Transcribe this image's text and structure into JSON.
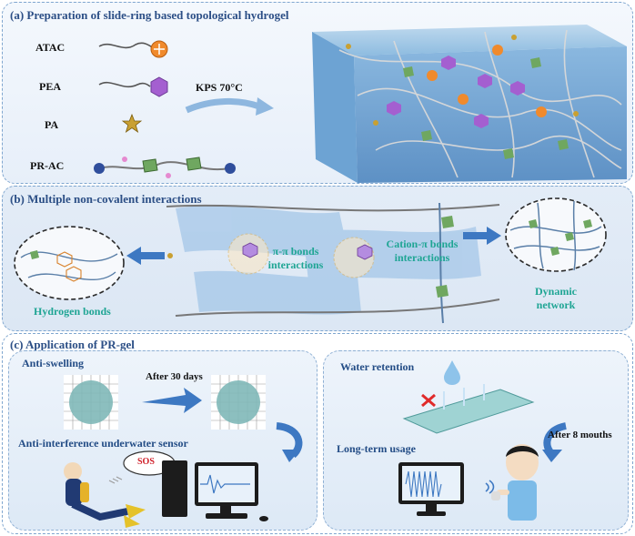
{
  "panel_a": {
    "title": "(a) Preparation of slide-ring based topological hydrogel",
    "labels": [
      "ATAC",
      "PEA",
      "PA",
      "PR-AC"
    ],
    "condition": "KPS 70°C"
  },
  "panel_b": {
    "title": "(b) Multiple non-covalent interactions",
    "pi_pi_line1": "π-π bonds",
    "pi_pi_line2": "interactions",
    "cation_pi_line1": "Cation-π bonds",
    "cation_pi_line2": "interactions",
    "hydrogen_bonds": "Hydrogen bonds",
    "dynamic_line1": "Dynamic",
    "dynamic_line2": "network"
  },
  "panel_c": {
    "title": "(c) Application of PR-gel",
    "anti_swelling": "Anti-swelling",
    "after_days": "After 30 days",
    "underwater_sensor": "Anti-interference underwater sensor",
    "sos": "SOS",
    "water_retention": "Water retention",
    "long_term": "Long-term usage",
    "after_months": "After 8 mouths"
  },
  "colors": {
    "title_blue": "#2c4f86",
    "teal_label": "#1fa594",
    "water_blue": "#7fb1dc",
    "arrow_blue": "#3d78c2"
  }
}
